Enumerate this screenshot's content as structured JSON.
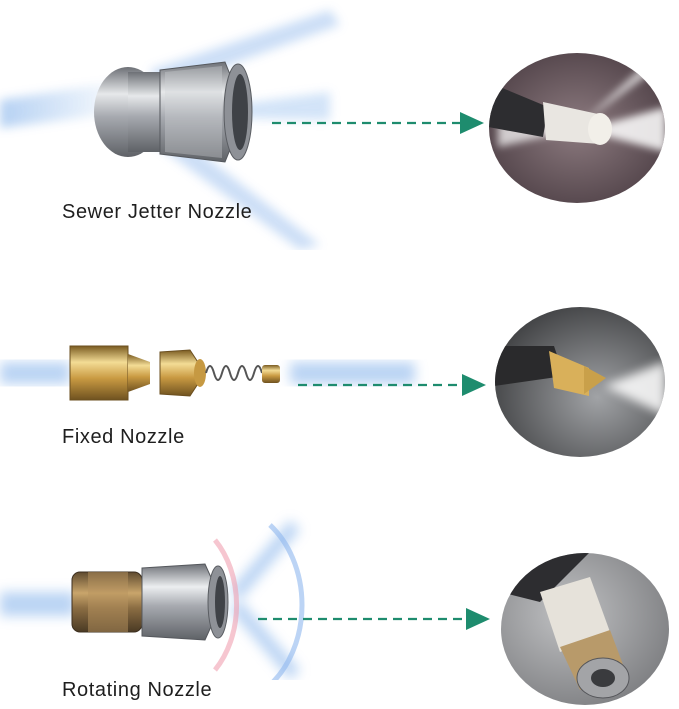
{
  "nozzles": [
    {
      "id": "sewer-jetter",
      "label": "Sewer Jetter Nozzle"
    },
    {
      "id": "fixed",
      "label": "Fixed Nozzle"
    },
    {
      "id": "rotating",
      "label": "Rotating Nozzle"
    }
  ],
  "colors": {
    "arrow": "#1e8c6e",
    "spray": "#9fc3ef",
    "steel": "#b9bcc1",
    "brass": "#d2ac55",
    "background": "#ffffff"
  }
}
